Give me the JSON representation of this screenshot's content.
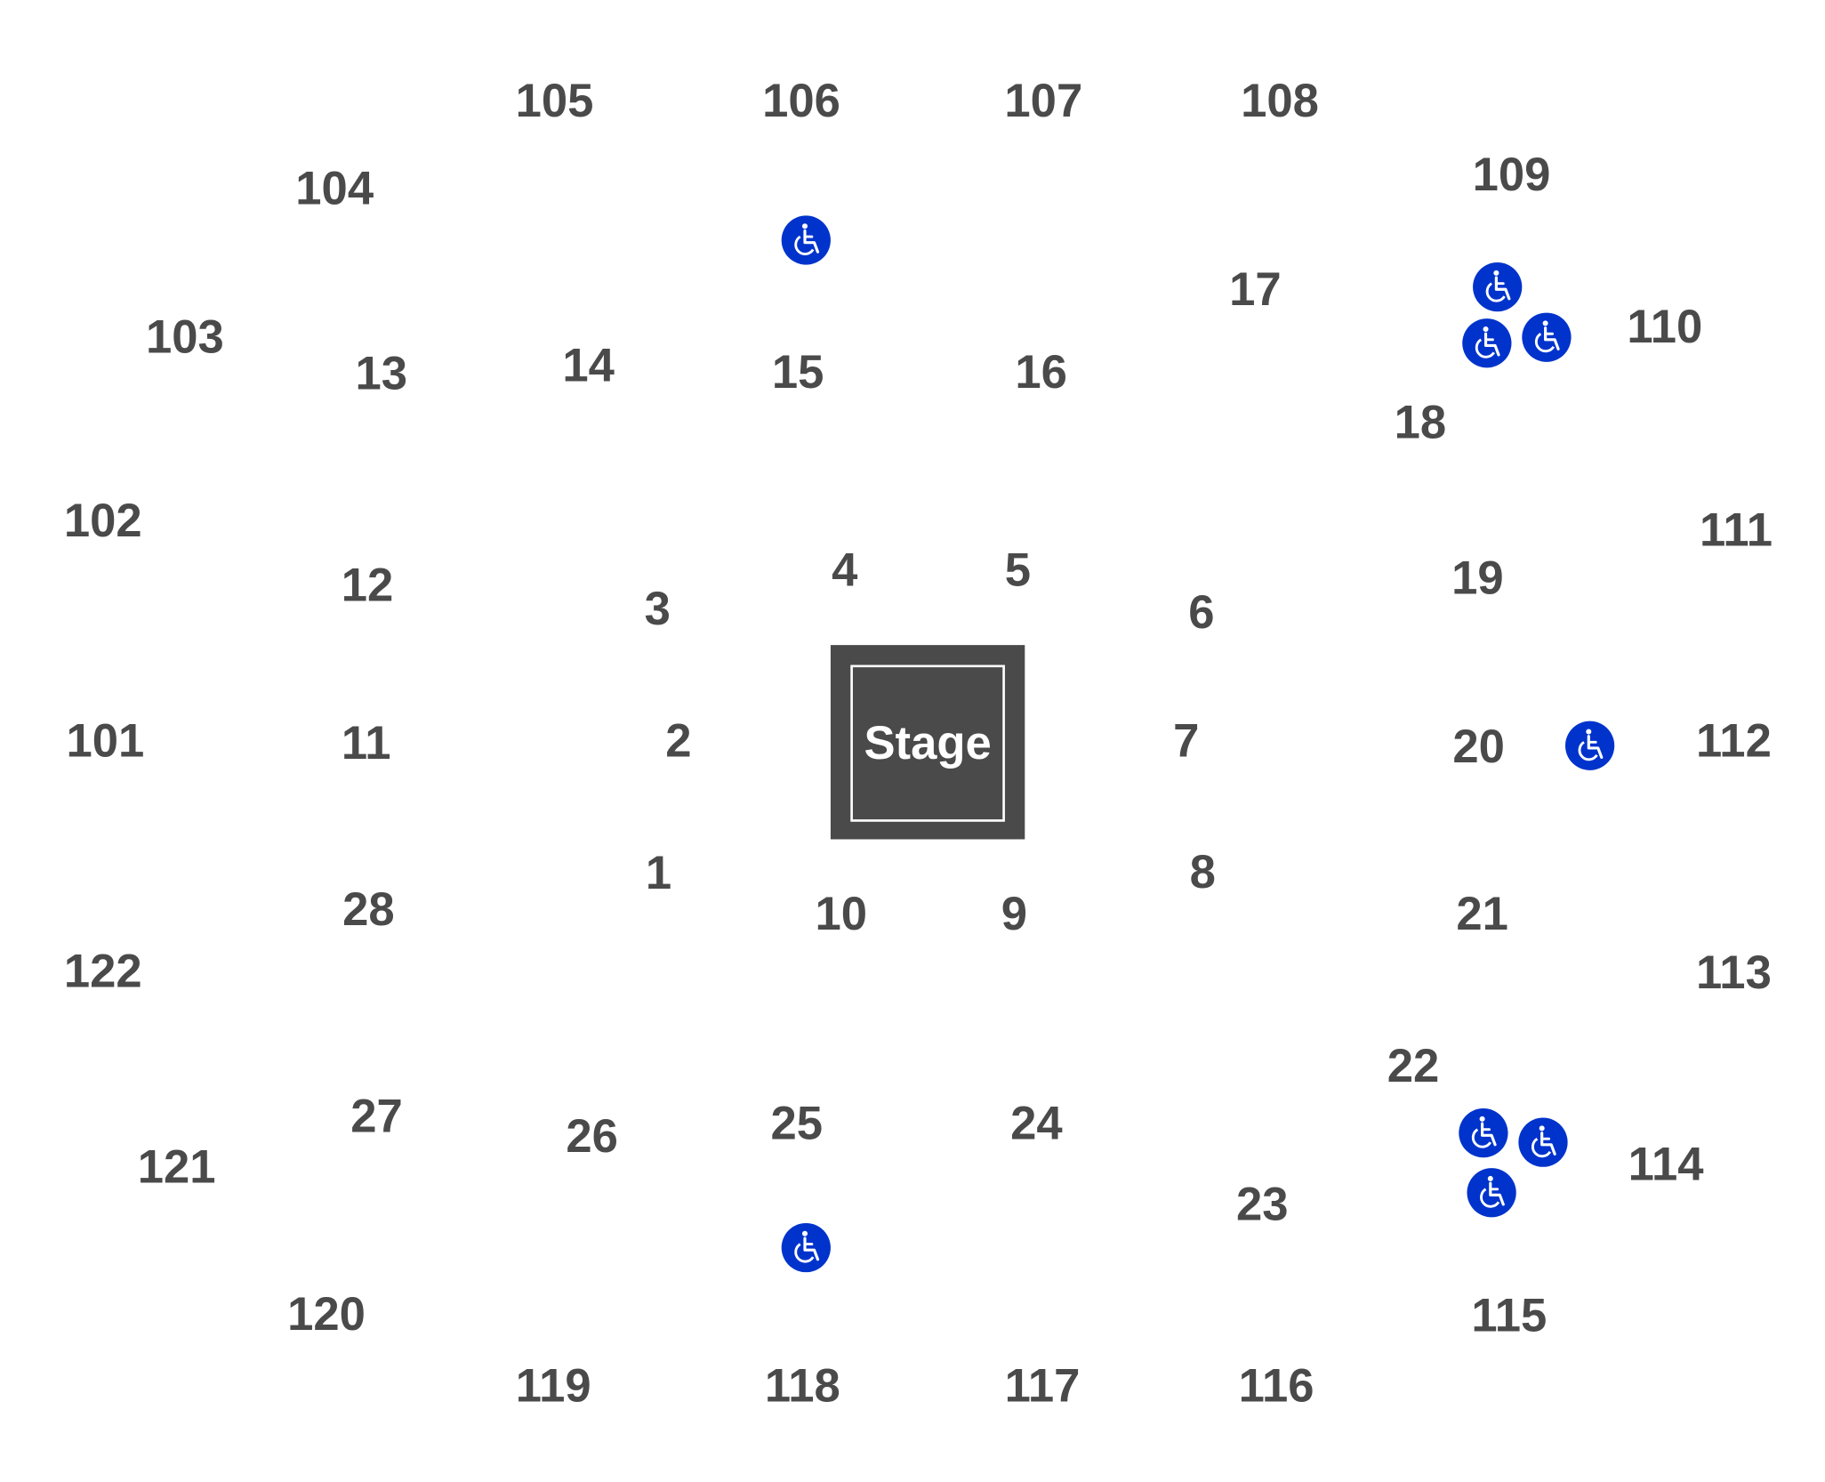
{
  "stage": {
    "label": "Stage",
    "color": "#4a4a4a"
  },
  "section_color": "#4a4a4a",
  "accessible_icon": {
    "name": "wheelchair-icon",
    "color": "#0033cc",
    "count": 9
  },
  "sections": [
    "105",
    "106",
    "107",
    "108",
    "109",
    "104",
    "103",
    "110",
    "17",
    "13",
    "14",
    "15",
    "16",
    "18",
    "102",
    "111",
    "12",
    "3",
    "4",
    "5",
    "6",
    "19",
    "101",
    "11",
    "2",
    "7",
    "20",
    "112",
    "1",
    "10",
    "9",
    "8",
    "28",
    "21",
    "122",
    "113",
    "22",
    "27",
    "26",
    "25",
    "24",
    "114",
    "121",
    "23",
    "120",
    "115",
    "119",
    "118",
    "117",
    "116"
  ]
}
